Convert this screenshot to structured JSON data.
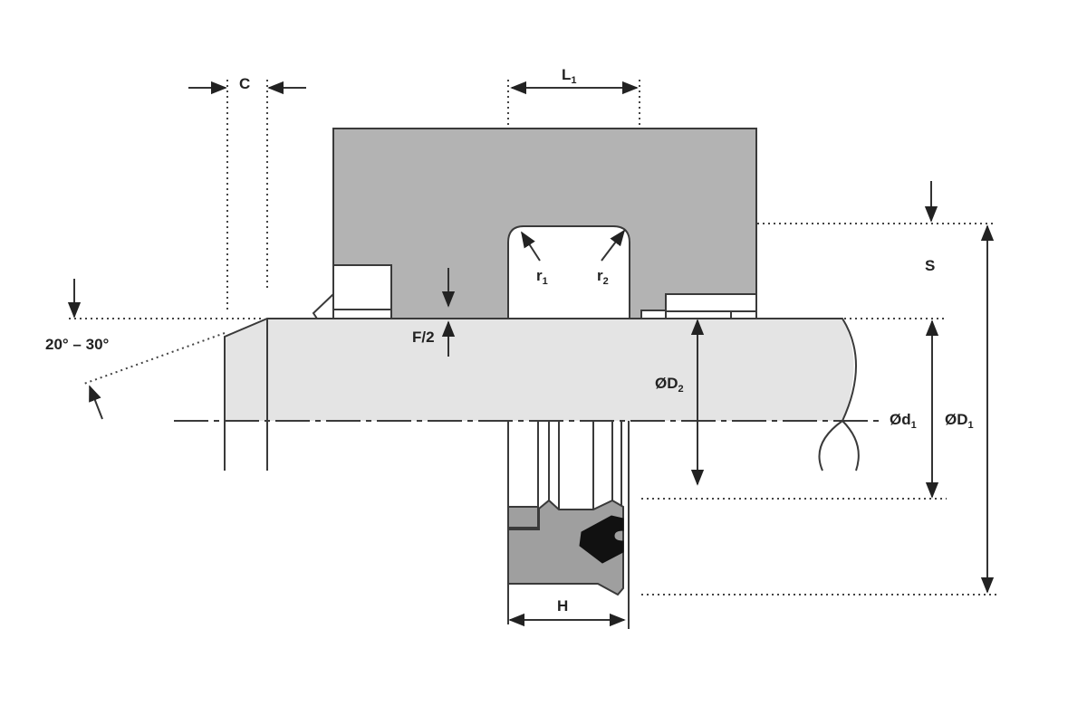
{
  "diagram": {
    "type": "technical-drawing",
    "subject": "rod seal installation groove cross-section",
    "colors": {
      "housing_fill": "#b3b3b3",
      "rod_fill": "#e4e4e4",
      "seal_body_fill": "#9f9f9f",
      "seal_lip_fill": "#111111",
      "line": "#3a3a3a",
      "background": "#ffffff"
    },
    "labels": {
      "c": "C",
      "l1_main": "L",
      "l1_sub": "1",
      "r1_main": "r",
      "r1_sub": "1",
      "r2_main": "r",
      "r2_sub": "2",
      "s": "S",
      "f2": "F/2",
      "angle": "20° – 30°",
      "d2_main": "ØD",
      "d2_sub": "2",
      "d1_main": "Ød",
      "d1_sub": "1",
      "D1_main": "ØD",
      "D1_sub": "1",
      "h": "H"
    }
  }
}
